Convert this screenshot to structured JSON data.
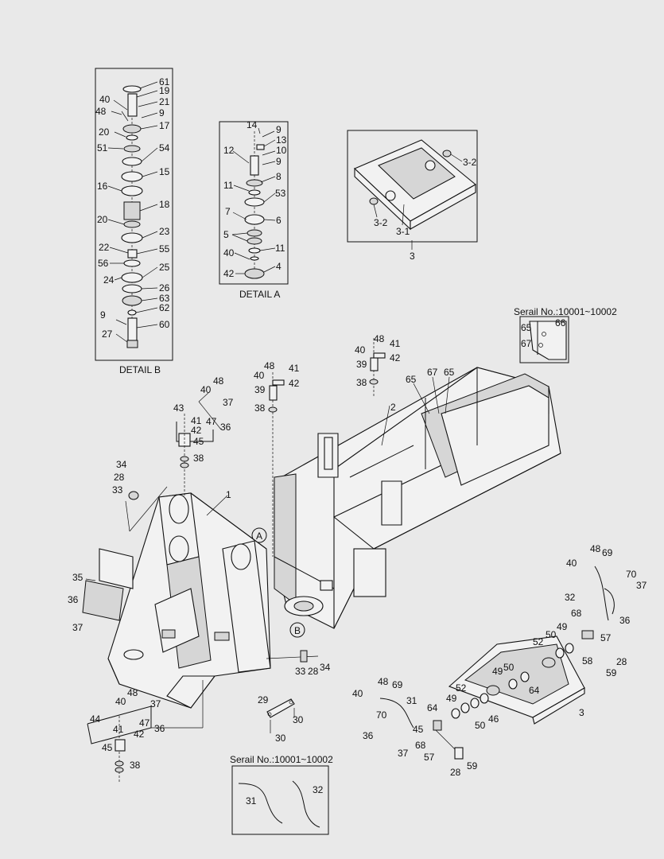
{
  "captions": {
    "detail_a": "DETAIL A",
    "detail_b": "DETAIL B",
    "serial_top": "Serail No.:10001~10002",
    "serial_bottom": "Serail No.:10001~10002"
  },
  "markers": {
    "a": "A",
    "b": "B"
  },
  "labels": {
    "b61": "61",
    "b19": "19",
    "b40": "40",
    "b21": "21",
    "b48": "48",
    "b9a": "9",
    "b20a": "20",
    "b17": "17",
    "b51": "51",
    "b54": "54",
    "b15": "15",
    "b16": "16",
    "b18": "18",
    "b20b": "20",
    "b23": "23",
    "b22": "22",
    "b55": "55",
    "b56": "56",
    "b25": "25",
    "b24": "24",
    "b26": "26",
    "b63": "63",
    "b62": "62",
    "b9b": "9",
    "b60": "60",
    "b27": "27",
    "a14": "14",
    "a9a": "9",
    "a13": "13",
    "a12": "12",
    "a10": "10",
    "a9b": "9",
    "a8": "8",
    "a11a": "11",
    "a53": "53",
    "a7": "7",
    "a6": "6",
    "a5": "5",
    "a11b": "11",
    "a40": "40",
    "a42": "42",
    "a4": "4",
    "c32r": "3-2",
    "c32l": "3-2",
    "c31": "3-1",
    "c3": "3",
    "s65": "65",
    "s66": "66",
    "s67": "67",
    "f48a": "48",
    "f40a": "40",
    "f41a": "41",
    "f42a": "42",
    "f39a": "39",
    "f38a": "38",
    "f48b": "48",
    "f40b": "40",
    "f41b": "41",
    "f42b": "42",
    "f39b": "39",
    "f38b": "38",
    "f65a": "65",
    "f67": "67",
    "f65b": "65",
    "f2": "2",
    "l48": "48",
    "l40": "40",
    "l37": "37",
    "l43": "43",
    "l41": "41",
    "l47": "47",
    "l36": "36",
    "l42": "42",
    "l45": "45",
    "l38": "38",
    "l34": "34",
    "l28": "28",
    "l33": "33",
    "l1": "1",
    "l35": "35",
    "l36b": "36",
    "l37b": "37",
    "m33": "33",
    "m28": "28",
    "m34": "34",
    "p48": "48",
    "p40": "40",
    "p37": "37",
    "p44": "44",
    "p47": "47",
    "p36": "36",
    "p41": "41",
    "p42": "42",
    "p45": "45",
    "p38": "38",
    "r29": "29",
    "r30a": "30",
    "r30b": "30",
    "h48": "48",
    "h69": "69",
    "h40": "40",
    "h70": "70",
    "h37": "37",
    "h32": "32",
    "h36": "36",
    "h68": "68",
    "h49": "49",
    "h50": "50",
    "h52": "52",
    "h57": "57",
    "h58": "58",
    "h28": "28",
    "h59": "59",
    "h49b": "49",
    "h50b": "50",
    "h64": "64",
    "h52b": "52",
    "h46": "46",
    "h3": "3",
    "g40": "40",
    "g48": "48",
    "g69": "69",
    "g31": "31",
    "g70": "70",
    "g64": "64",
    "g49": "49",
    "g50": "50",
    "g36": "36",
    "g37": "37",
    "g68": "68",
    "g45": "45",
    "g57": "57",
    "g28": "28",
    "g59": "59",
    "k31": "31",
    "k32": "32"
  }
}
